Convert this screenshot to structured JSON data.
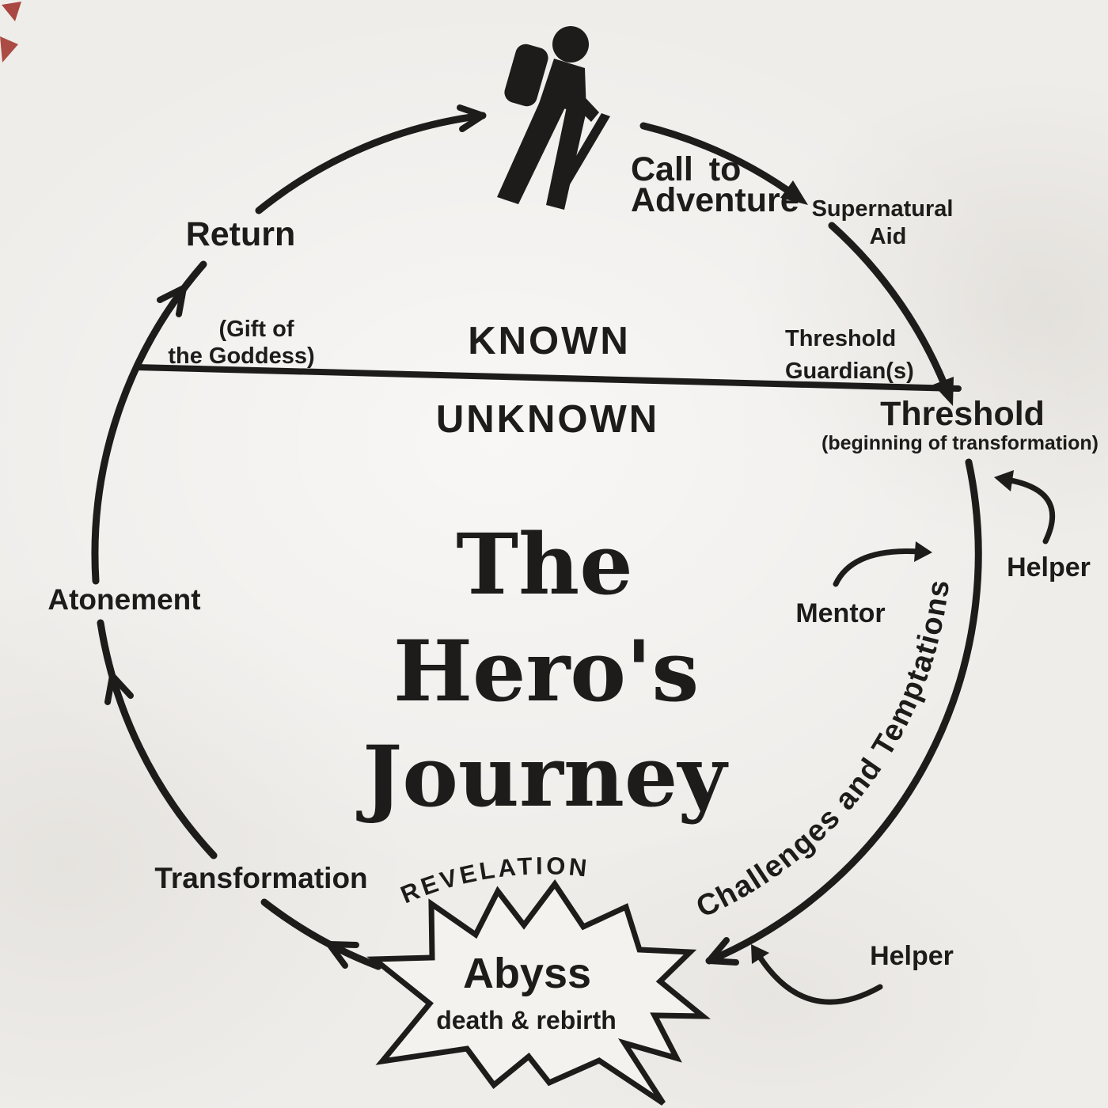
{
  "diagram": {
    "title": [
      "The",
      "Hero's",
      "Journey"
    ],
    "regions": {
      "known": "KNOWN",
      "unknown": "UNKNOWN"
    },
    "stages": {
      "return": "Return",
      "gift": [
        "(Gift of",
        "the Goddess)"
      ],
      "call": [
        "Call to",
        "Adventure"
      ],
      "supernatural": [
        "Supernatural",
        "Aid"
      ],
      "guardians": [
        "Threshold",
        "Guardian(s)"
      ],
      "threshold": "Threshold",
      "threshold_sub": "(beginning of transformation)",
      "helper_upper": "Helper",
      "mentor": "Mentor",
      "challenges": "Challenges and Temptations",
      "helper_lower": "Helper",
      "revelation": "REVELATION",
      "abyss": "Abyss",
      "abyss_sub": "death & rebirth",
      "transformation": "Transformation",
      "atonement": "Atonement"
    },
    "icons": {
      "hero": "hiker-icon"
    },
    "colors": {
      "ink": "#1d1c1a",
      "paper": "#efedea"
    }
  }
}
